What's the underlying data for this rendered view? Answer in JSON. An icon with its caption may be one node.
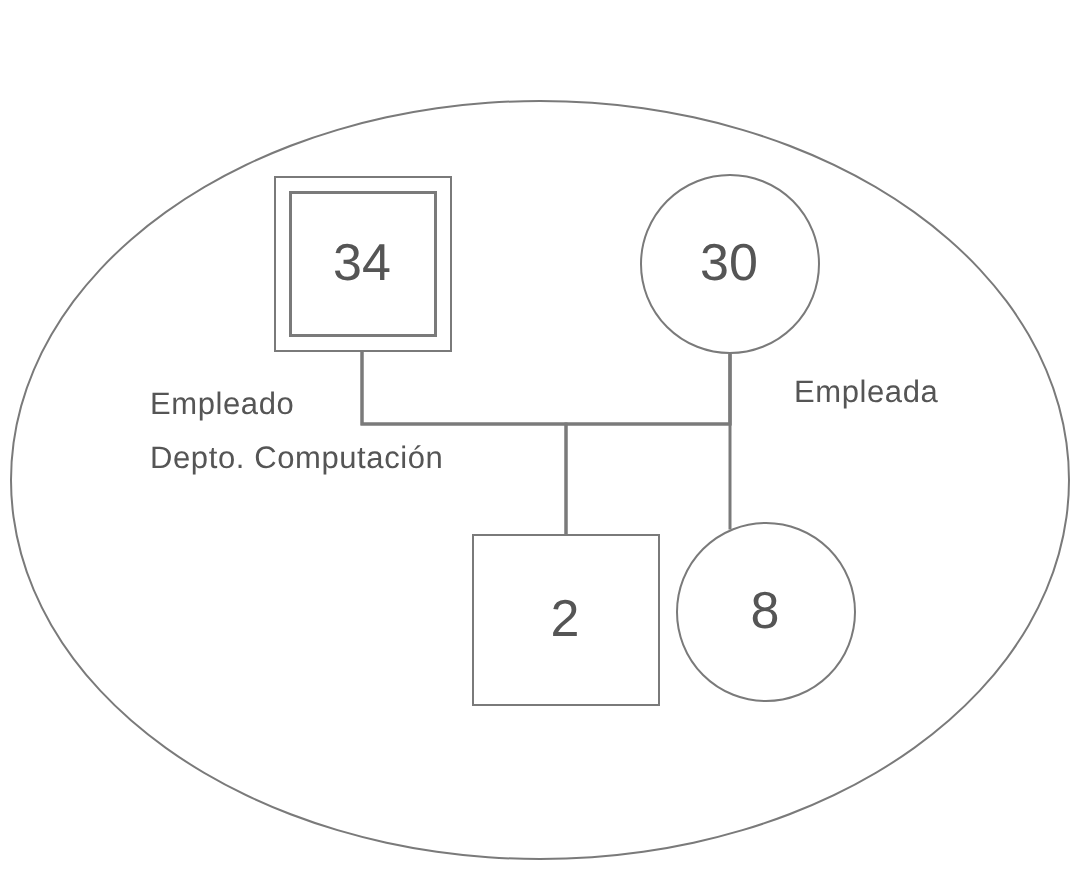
{
  "diagram": {
    "nodes": [
      {
        "text": [],
        "shape": "ellipse"
      },
      {
        "text": [
          "34"
        ],
        "in": 0,
        "beside": [
          "Empleado Depto. Computación"
        ]
      },
      {
        "text": [
          "30"
        ],
        "in": 0,
        "beside": [
          "Empleada"
        ]
      },
      {
        "text": [
          "2"
        ],
        "in": 0
      },
      {
        "text": [
          "8"
        ],
        "in": 0
      }
    ],
    "edges": [
      {
        "from": 1,
        "to": 2,
        "arrow": "none"
      },
      {
        "from": 1,
        "to": 3,
        "arrow": "none"
      },
      {
        "from": 2,
        "to": 3,
        "arrow": "none"
      },
      {
        "from": 2,
        "to": 4,
        "arrow": "none"
      }
    ]
  }
}
